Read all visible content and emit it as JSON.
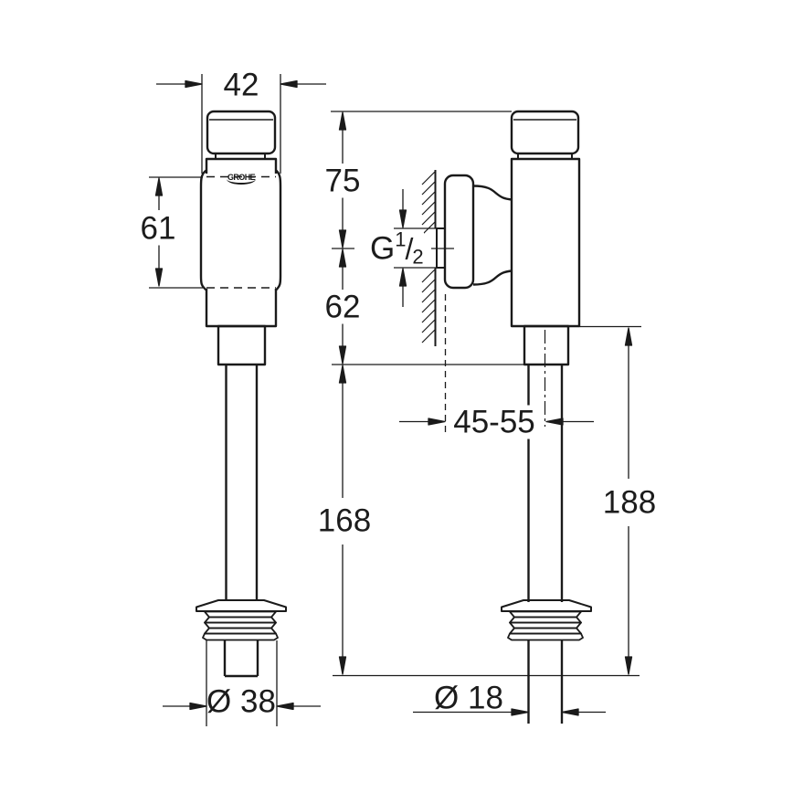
{
  "drawing": {
    "title": "flush-valve-technical-drawing",
    "background_color": "#ffffff",
    "line_color": "#1a1a1a",
    "brand_logo": "GROHE",
    "views": {
      "front": "front-view",
      "side": "side-view"
    },
    "dimensions": {
      "head_width": "42",
      "sleeve_height": "61",
      "top_to_inlet_center": "75",
      "inlet_center_to_outlet": "62",
      "wall_to_pipe_center_range": "45-55",
      "front_pipe_length": "168",
      "side_pipe_length": "188",
      "shroud_diameter": "Ø 38",
      "pipe_diameter": "Ø 18",
      "inlet_thread": {
        "prefix": "G",
        "numerator": "1",
        "slash": "/",
        "denominator": "2"
      }
    }
  }
}
